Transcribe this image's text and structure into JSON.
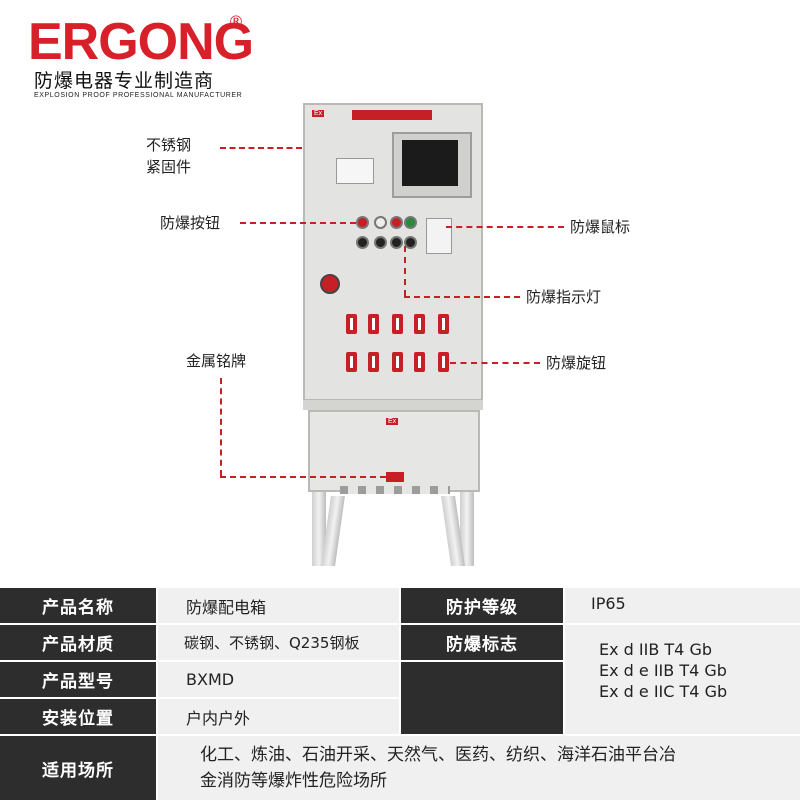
{
  "brand": {
    "logo": "ERGONG",
    "registered": "®",
    "tagline_cn": "防爆电器专业制造商",
    "tagline_en": "EXPLOSION PROOF PROFESSIONAL MANUFACTURER"
  },
  "callouts": {
    "stainless_fastener_line1": "不锈钢",
    "stainless_fastener_line2": "紧固件",
    "button": "防爆按钮",
    "mouse": "防爆鼠标",
    "indicator": "防爆指示灯",
    "nameplate": "金属铭牌",
    "knob": "防爆旋钮"
  },
  "cabinet": {
    "ex_mark": "Ex"
  },
  "specs": {
    "name_label": "产品名称",
    "name_value": "防爆配电箱",
    "protection_label": "防护等级",
    "protection_value": "IP65",
    "material_label": "产品材质",
    "material_value": "碳钢、不锈钢、Q235钢板",
    "exmark_label": "防爆标志",
    "exmark_values": [
      "Ex d IIB T4 Gb",
      "Ex d e IIB T4 Gb",
      "Ex d e IIC T4 Gb"
    ],
    "model_label": "产品型号",
    "model_value": "BXMD",
    "install_label": "安装位置",
    "install_value": "户内户外",
    "usage_label": "适用场所",
    "usage_value_line1": "化工、炼油、石油开采、天然气、医药、纺织、海洋石油平台冶",
    "usage_value_line2": "金消防等爆炸性危险场所"
  },
  "colors": {
    "brand_red": "#d8202a",
    "header_dark": "#2d2d2d",
    "value_bg": "#f0f0f0"
  }
}
